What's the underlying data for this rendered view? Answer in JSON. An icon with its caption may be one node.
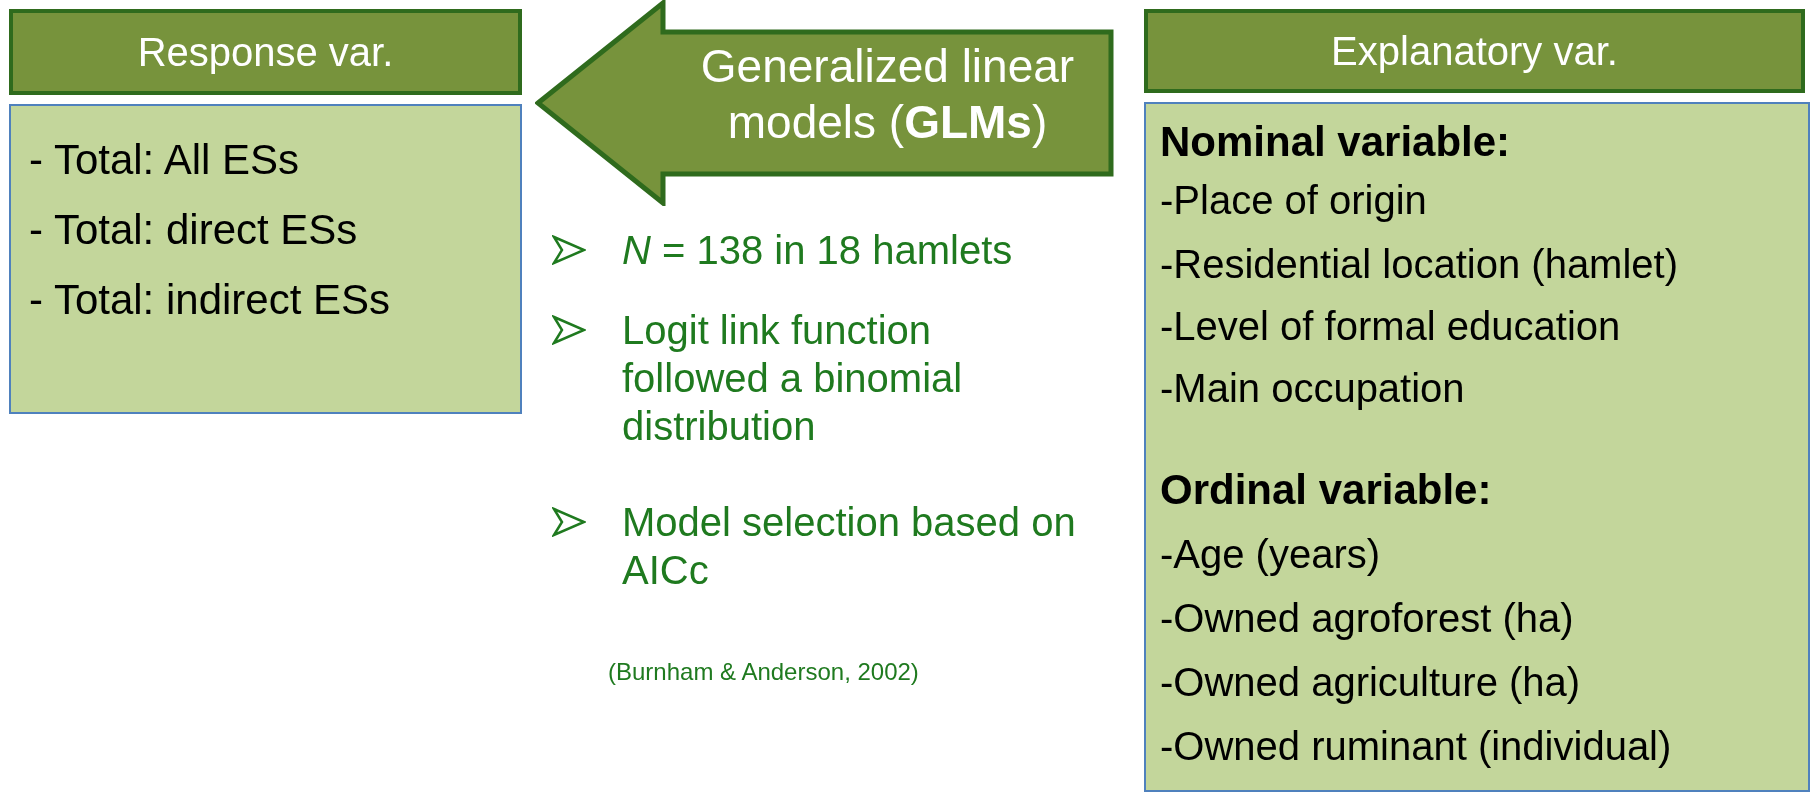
{
  "diagram": {
    "nodes": [
      {
        "text": [
          "Response var."
        ]
      },
      {
        "text": [
          "- Total: All ESs",
          "- Total: direct ESs",
          "- Total: indirect ESs"
        ]
      },
      {
        "text": [
          "Generalized linear models (**GLMs**)"
        ]
      },
      {
        "text": [
          "Explanatory var."
        ]
      },
      {
        "text": [
          "Nominal variable:",
          "-Place of origin",
          "-Residential location (hamlet)",
          "-Level of formal education",
          "-Main occupation",
          "Ordinal variable:",
          "-Age (years)",
          "-Owned agroforest (ha)",
          "-Owned agriculture (ha)",
          "-Owned ruminant (individual)"
        ]
      }
    ],
    "labels": [
      "*N* = 138 in 18 hamlets",
      "Logit link function followed a binomial distribution",
      "Model selection based on AICc",
      "(Burnham & Anderson, 2002)"
    ]
  }
}
